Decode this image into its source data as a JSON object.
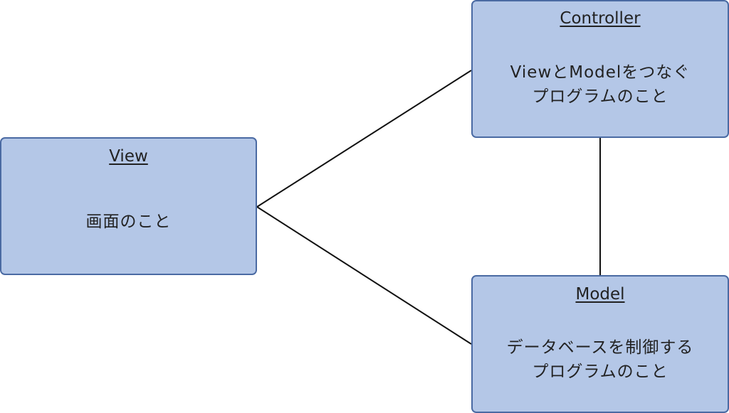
{
  "nodes": {
    "controller": {
      "title": "Controller",
      "line1": "ViewとModelをつなぐ",
      "line2": "プログラムのこと"
    },
    "view": {
      "title": "View",
      "line1": "画面のこと"
    },
    "model": {
      "title": "Model",
      "line1": "データベースを制御する",
      "line2": "プログラムのこと"
    }
  },
  "colors": {
    "box_fill": "#b4c7e7",
    "box_border": "#4a6aa3",
    "connector": "#111111"
  }
}
